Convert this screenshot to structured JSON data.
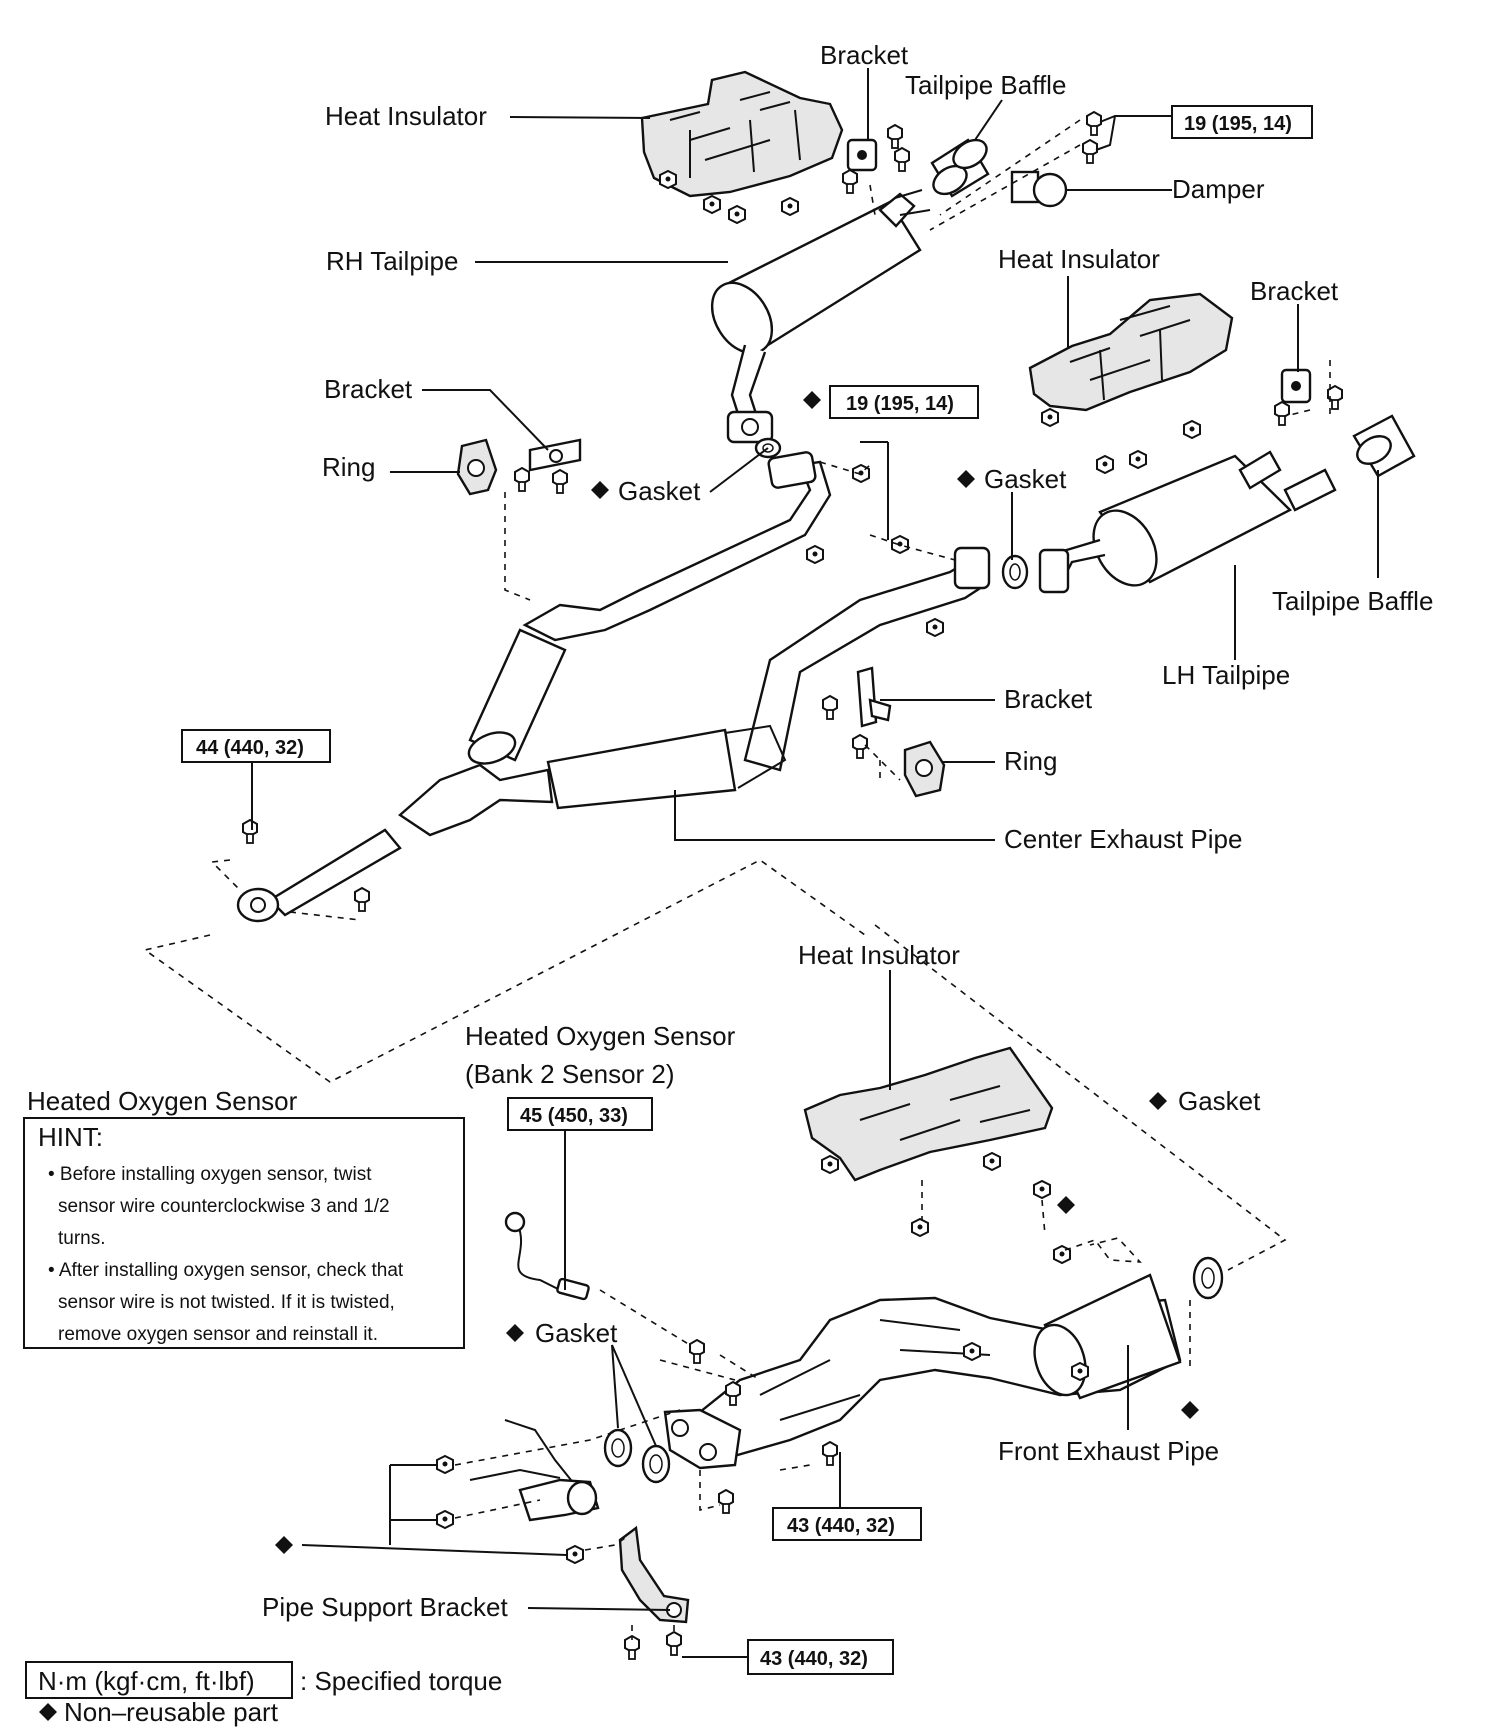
{
  "labels": {
    "heat_insulator_top": "Heat Insulator",
    "bracket_top": "Bracket",
    "tailpipe_baffle_top": "Tailpipe Baffle",
    "damper": "Damper",
    "rh_tailpipe": "RH Tailpipe",
    "heat_insulator_right": "Heat Insulator",
    "bracket_right": "Bracket",
    "bracket_left": "Bracket",
    "ring_left": "Ring",
    "gasket_left": "Gasket",
    "gasket_right": "Gasket",
    "tailpipe_baffle_right": "Tailpipe Baffle",
    "lh_tailpipe": "LH Tailpipe",
    "bracket_mid": "Bracket",
    "ring_mid": "Ring",
    "center_exhaust_pipe": "Center Exhaust Pipe",
    "heat_insulator_lower": "Heat Insulator",
    "heated_oxygen_sensor_b2s2_line1": "Heated Oxygen Sensor",
    "heated_oxygen_sensor_b2s2_line2": "(Bank 2 Sensor 2)",
    "gasket_lower_right": "Gasket",
    "gasket_lower_left": "Gasket",
    "front_exhaust_pipe": "Front Exhaust Pipe",
    "pipe_support_bracket": "Pipe Support Bracket"
  },
  "torques": {
    "t1": "19 (195, 14)",
    "t2": "19 (195, 14)",
    "t3": "44 (440, 32)",
    "t4": "45 (450, 33)",
    "t5": "43 (440, 32)",
    "t6": "43 (440, 32)"
  },
  "hint": {
    "heading": "Heated Oxygen Sensor",
    "title": "HINT:",
    "b1_l1": "• Before installing oxygen sensor, twist",
    "b1_l2": "sensor wire counterclockwise 3 and 1/2",
    "b1_l3": "turns.",
    "b2_l1": "• After installing oxygen sensor, check that",
    "b2_l2": "sensor wire is not twisted. If it is twisted,",
    "b2_l3": "remove oxygen sensor and reinstall it."
  },
  "legend": {
    "unit_box": "N·m (kgf·cm, ft·lbf)",
    "specified_torque": ": Specified torque",
    "non_reusable": "Non–reusable part"
  },
  "icons": {
    "non_reusable": "diamond-icon"
  }
}
